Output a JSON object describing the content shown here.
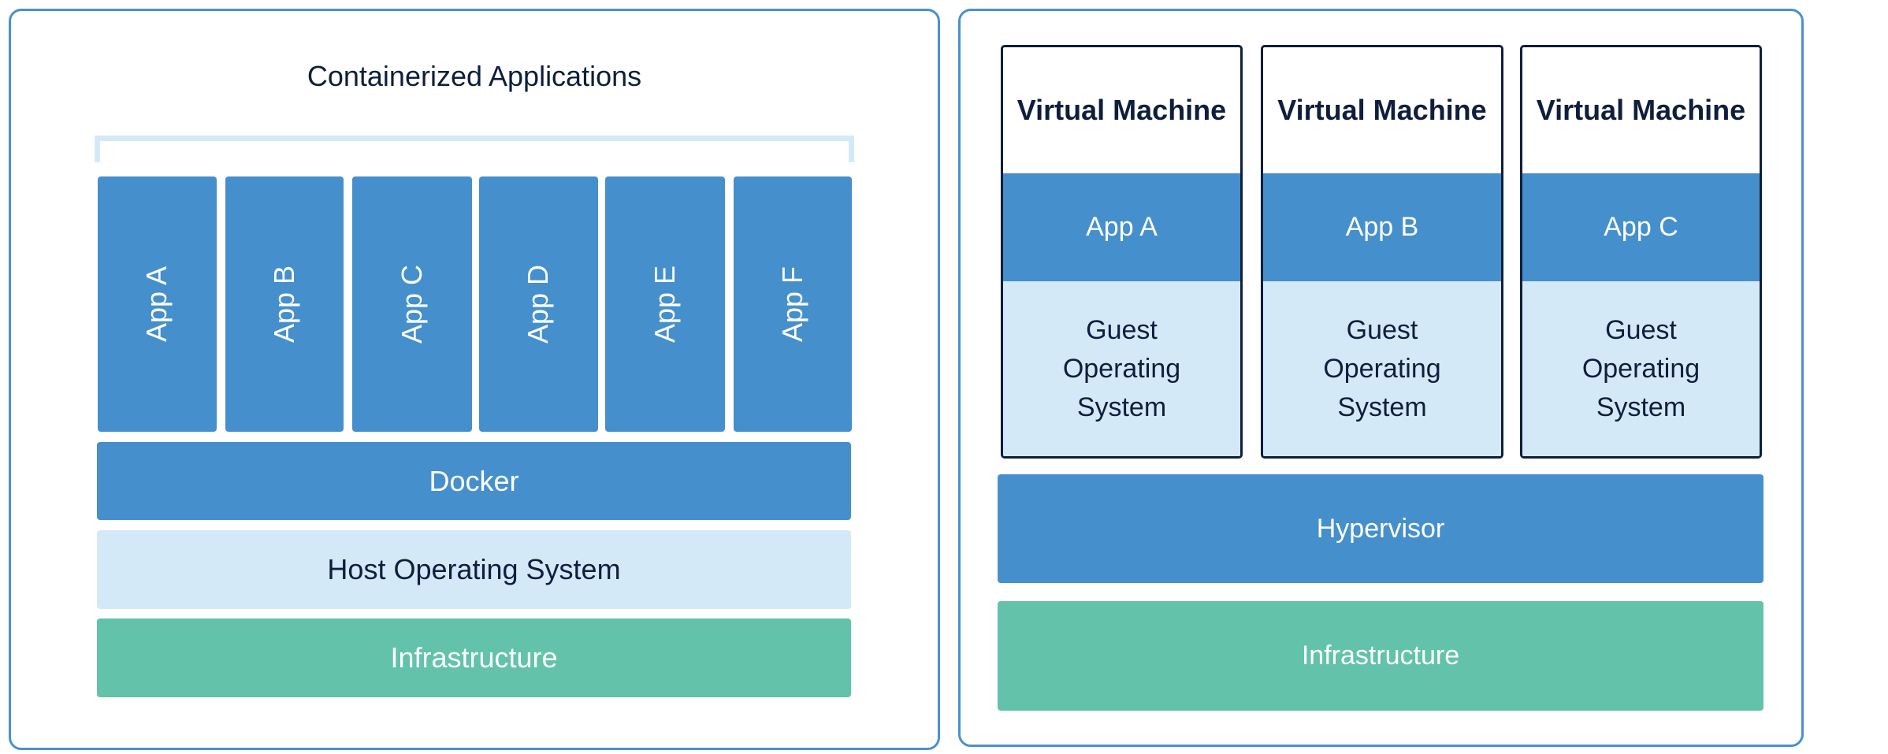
{
  "colors": {
    "app": "#4590cc",
    "os": "#d4e9f8",
    "infrastructure": "#62c3aa",
    "panel_border": "#4a90d0",
    "text": "#0f1e3c"
  },
  "containers": {
    "title": "Containerized Applications",
    "apps": [
      "App A",
      "App B",
      "App C",
      "App D",
      "App E",
      "App F"
    ],
    "docker": "Docker",
    "host_os": "Host Operating System",
    "infrastructure": "Infrastructure"
  },
  "vms": {
    "machines": [
      {
        "title": "Virtual Machine",
        "app": "App A",
        "os": "Guest\nOperating\nSystem"
      },
      {
        "title": "Virtual Machine",
        "app": "App B",
        "os": "Guest\nOperating\nSystem"
      },
      {
        "title": "Virtual Machine",
        "app": "App C",
        "os": "Guest\nOperating\nSystem"
      }
    ],
    "hypervisor": "Hypervisor",
    "infrastructure": "Infrastructure"
  }
}
